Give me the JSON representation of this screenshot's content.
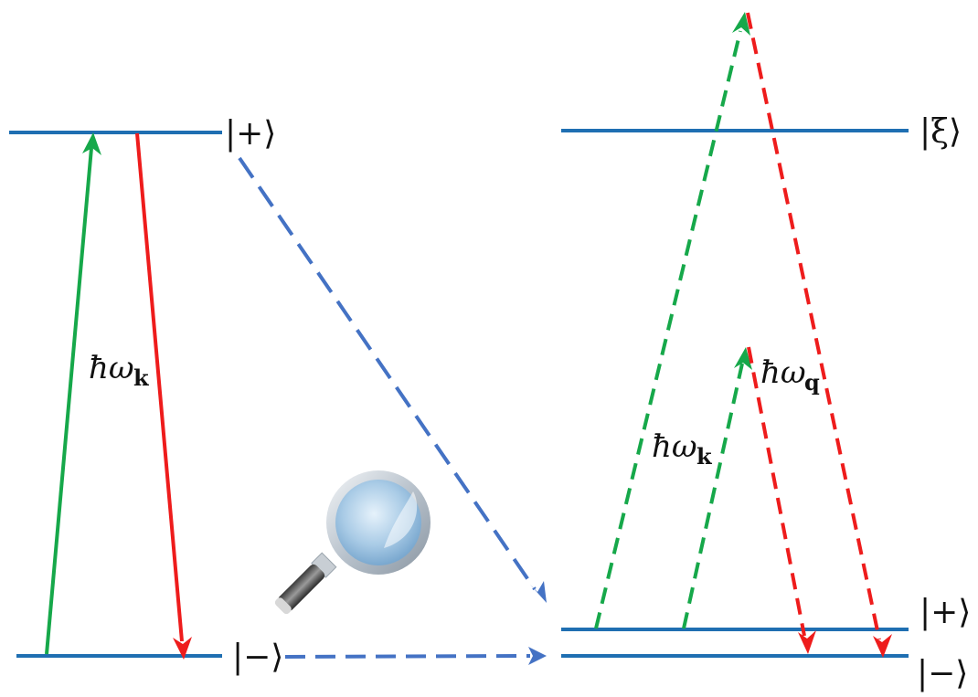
{
  "colors": {
    "level": "#1f6fb2",
    "absorption": "#16a84a",
    "emission": "#ee1c1c",
    "transfer": "#4472c4"
  },
  "left_panel": {
    "upper_state": "|+⟩",
    "lower_state": "|−⟩",
    "energy_label": "ħω",
    "energy_subscript": "k"
  },
  "right_panel": {
    "top_state": "|ξ⟩",
    "upper_state": "|+⟩",
    "lower_state": "|−⟩",
    "energy_label_k": "ħω",
    "energy_subscript_k": "k",
    "energy_label_q": "ħω",
    "energy_subscript_q": "q"
  },
  "icons": [
    "magnifying-glass-icon"
  ]
}
